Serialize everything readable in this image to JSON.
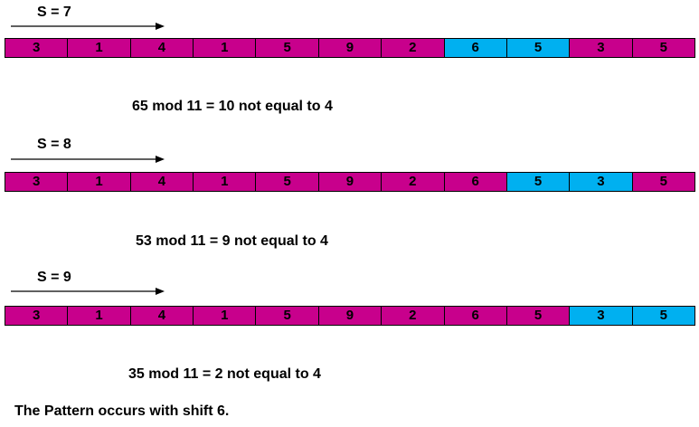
{
  "colors": {
    "normal": "#c8008c",
    "window": "#00b0f0"
  },
  "steps": [
    {
      "shift_label": "S = 7",
      "values": [
        "3",
        "1",
        "4",
        "1",
        "5",
        "9",
        "2",
        "6",
        "5",
        "3",
        "5"
      ],
      "window": [
        7,
        8
      ],
      "result": "65 mod 11 = 10 not equal to 4"
    },
    {
      "shift_label": "S = 8",
      "values": [
        "3",
        "1",
        "4",
        "1",
        "5",
        "9",
        "2",
        "6",
        "5",
        "3",
        "5"
      ],
      "window": [
        8,
        9
      ],
      "result": "53 mod 11 = 9 not equal to 4"
    },
    {
      "shift_label": "S = 9",
      "values": [
        "3",
        "1",
        "4",
        "1",
        "5",
        "9",
        "2",
        "6",
        "5",
        "3",
        "5"
      ],
      "window": [
        9,
        10
      ],
      "result": "35 mod 11 = 2 not equal to 4"
    }
  ],
  "conclusion": "The Pattern occurs with shift 6."
}
